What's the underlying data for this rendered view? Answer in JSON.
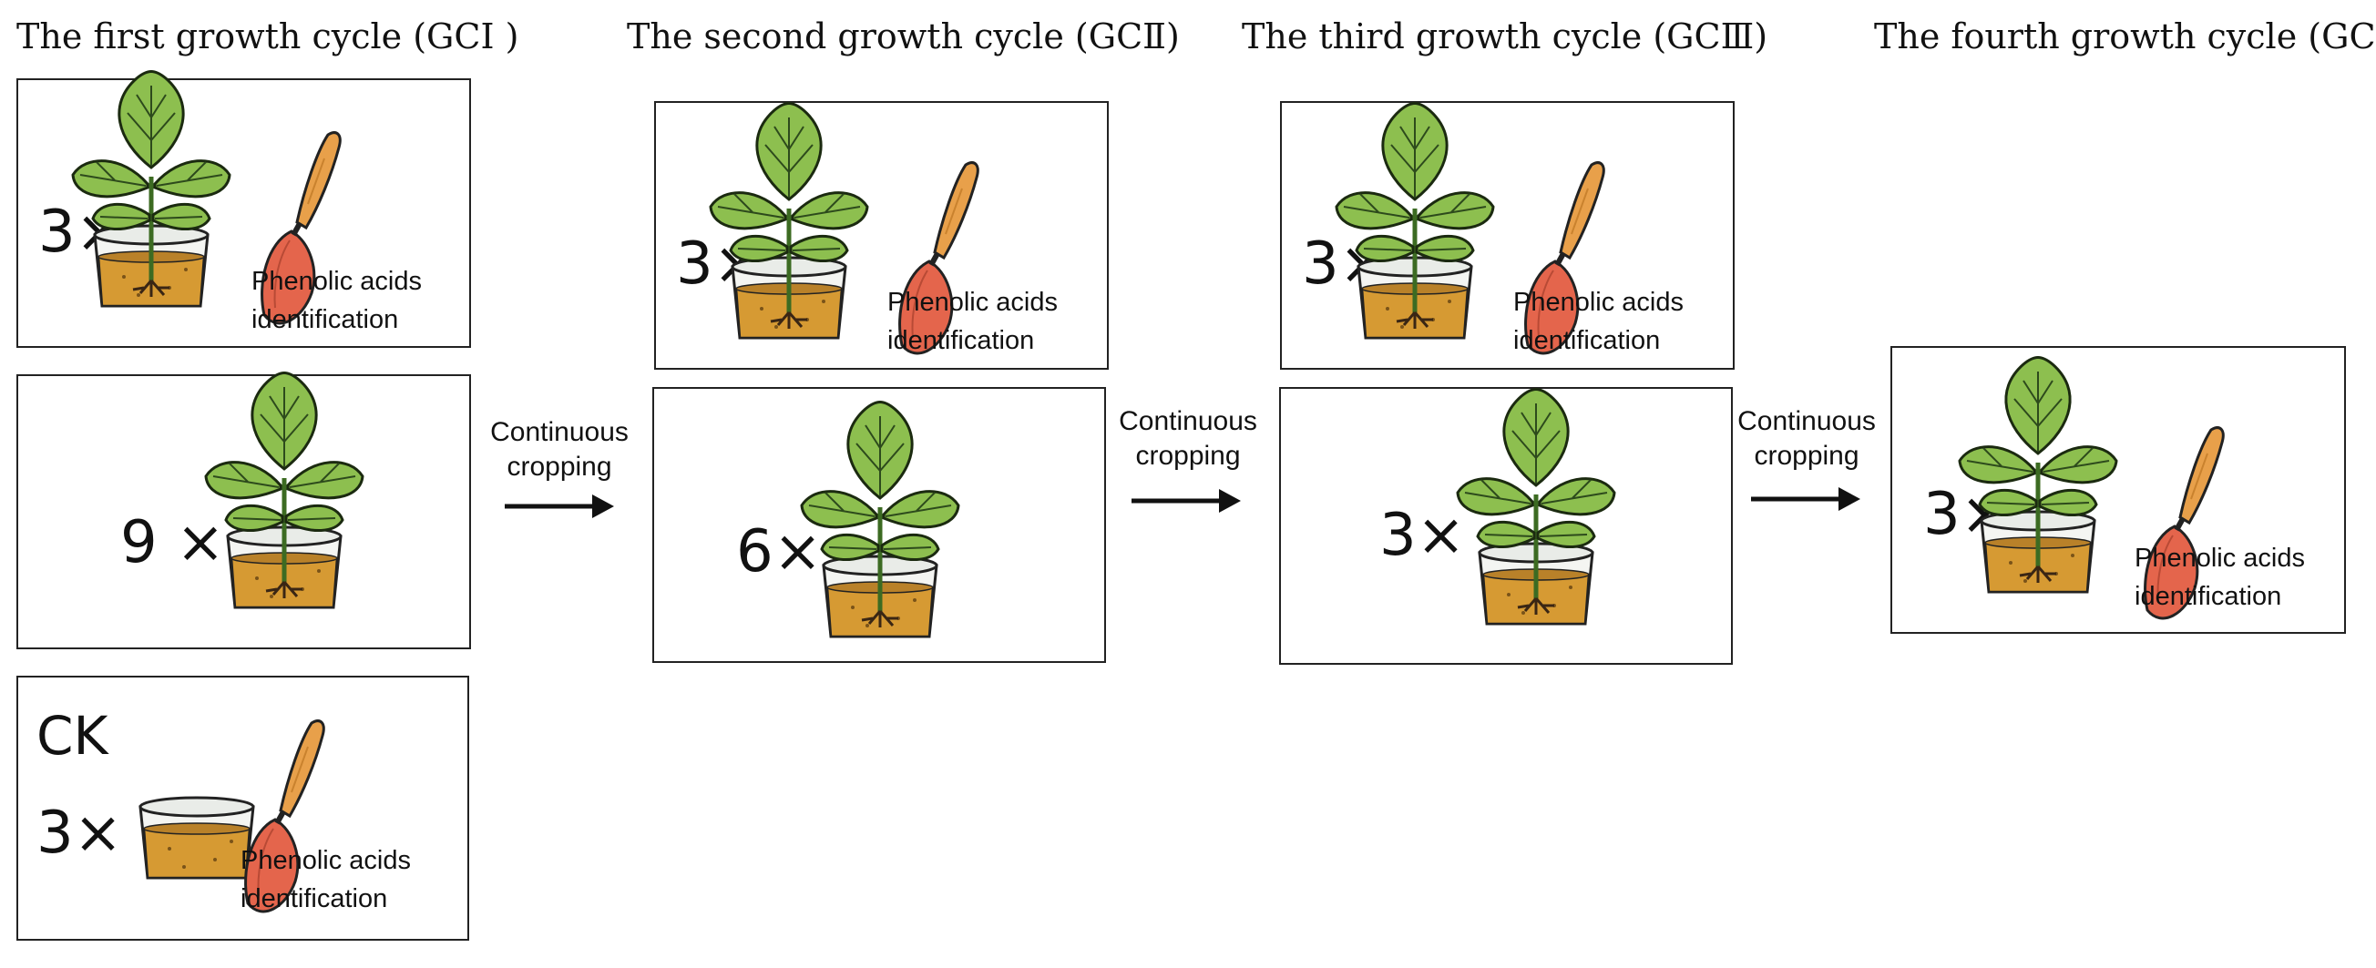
{
  "cycles": [
    {
      "title": "The first growth cycle (GCⅠ )"
    },
    {
      "title": "The second growth cycle (GCⅡ)"
    },
    {
      "title": "The third growth cycle (GCⅢ)"
    },
    {
      "title": "The fourth growth cycle (GCⅣ)"
    }
  ],
  "multipliers": [
    "3×",
    "9 ×",
    "3×",
    "3×",
    "6×",
    "3×",
    "3×",
    "3×"
  ],
  "ck_label": "CK",
  "phenolic": {
    "line1": "Phenolic acids",
    "line2": "identification"
  },
  "transition": {
    "line1": "Continuous",
    "line2": "cropping"
  },
  "colors": {
    "leaf": "#8dbf4f",
    "leaf_vein": "#2d4a1c",
    "stem": "#3c6b22",
    "soil": "#d69a33",
    "pot_rim": "#e9ece8",
    "root": "#3a2614",
    "trowel_blade": "#e4654c",
    "trowel_handle": "#e8a04a",
    "border": "#222222"
  },
  "icons": [
    "plant-in-pot-icon",
    "soil-pot-icon",
    "trowel-icon",
    "right-arrow-icon"
  ]
}
